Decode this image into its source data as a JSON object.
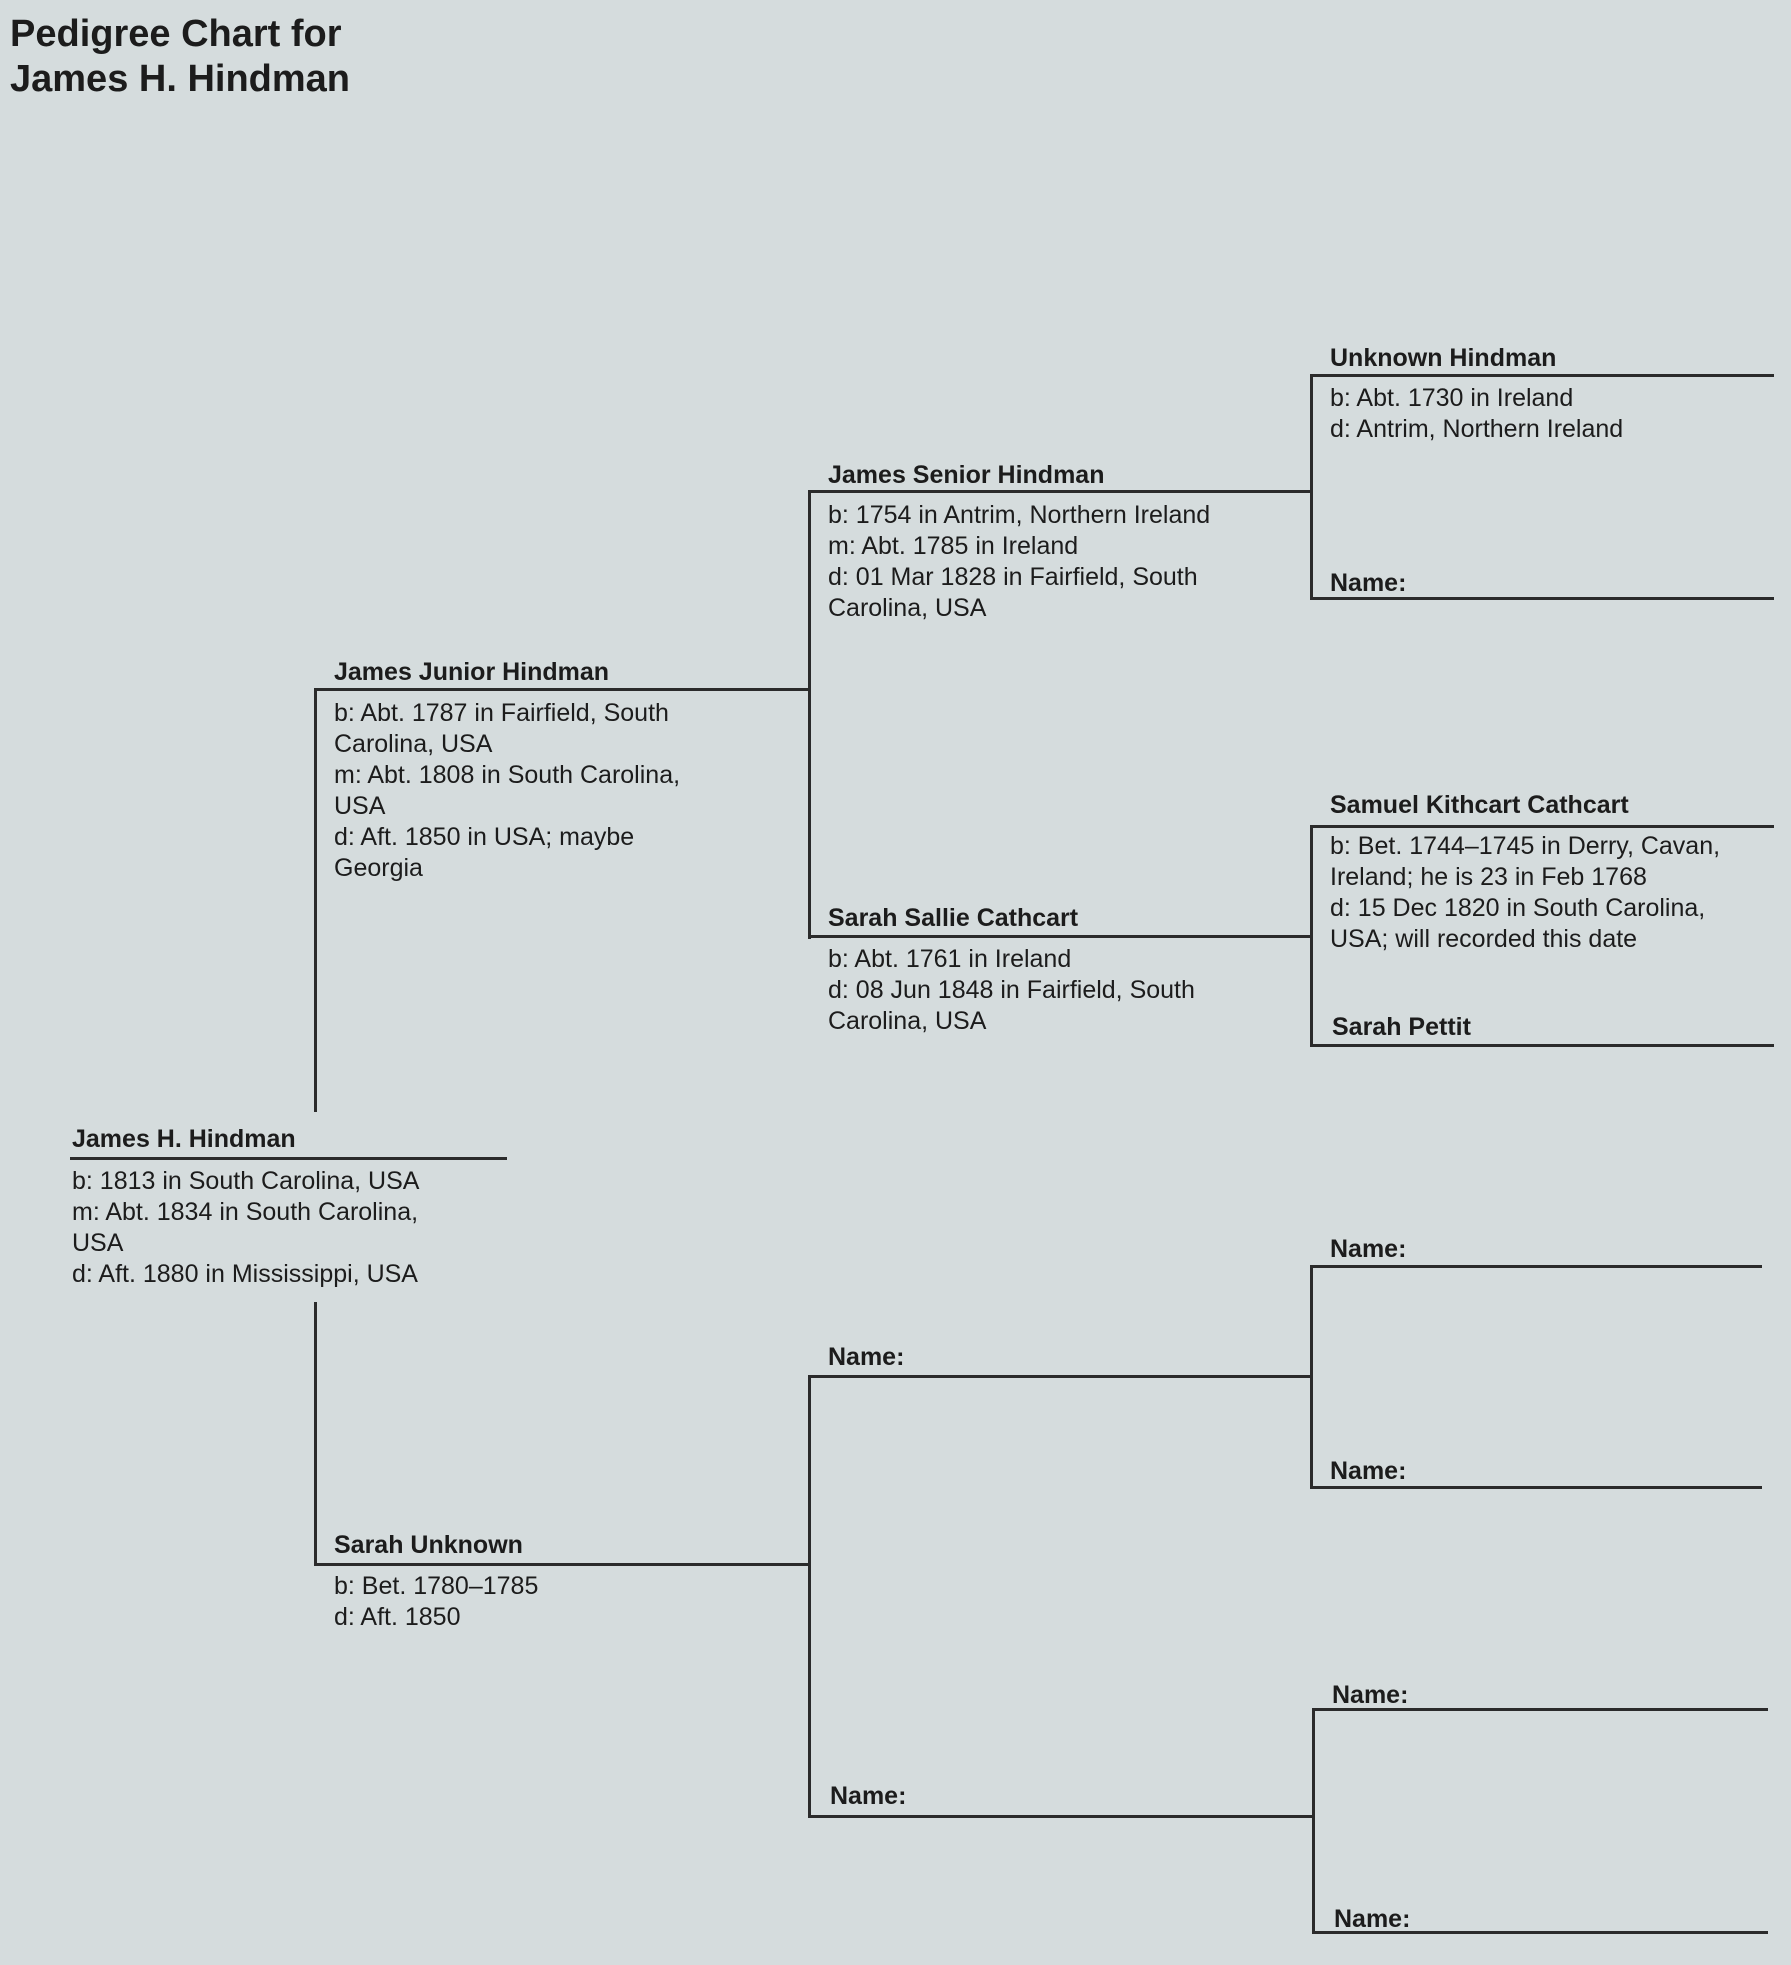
{
  "title": {
    "line1": "Pedigree Chart for",
    "line2": "James H. Hindman"
  },
  "gen1": {
    "name": "James H. Hindman",
    "details": [
      "b: 1813 in South Carolina, USA",
      "m: Abt. 1834 in South Carolina,",
      "USA",
      "d: Aft. 1880 in Mississippi, USA"
    ]
  },
  "gen2_father": {
    "name": "James Junior Hindman",
    "details": [
      "b: Abt. 1787 in Fairfield, South",
      "Carolina, USA",
      "m: Abt. 1808 in South Carolina,",
      "USA",
      "d: Aft. 1850 in USA; maybe",
      "Georgia"
    ]
  },
  "gen2_mother": {
    "name": "Sarah Unknown",
    "details": [
      "b: Bet. 1780–1785",
      "d: Aft. 1850"
    ]
  },
  "gen3_pf": {
    "name": "James Senior Hindman",
    "details": [
      "b: 1754 in Antrim, Northern Ireland",
      "m: Abt. 1785 in Ireland",
      "d: 01 Mar 1828 in Fairfield, South",
      "Carolina, USA"
    ]
  },
  "gen3_pm": {
    "name": "Sarah Sallie Cathcart",
    "details": [
      "b: Abt. 1761 in Ireland",
      "d: 08 Jun 1848 in Fairfield, South",
      "Carolina, USA"
    ]
  },
  "gen3_mf": {
    "name": "Name:"
  },
  "gen3_mm": {
    "name": "Name:"
  },
  "gen4_1": {
    "name": "Unknown Hindman",
    "details": [
      "b: Abt. 1730 in Ireland",
      "d: Antrim, Northern Ireland"
    ]
  },
  "gen4_2": {
    "name": "Name:"
  },
  "gen4_3": {
    "name": "Samuel Kithcart Cathcart",
    "details": [
      "b: Bet. 1744–1745 in Derry, Cavan,",
      "Ireland; he is 23 in Feb 1768",
      "d: 15 Dec 1820 in South Carolina,",
      "USA; will recorded this date"
    ]
  },
  "gen4_4": {
    "name": "Sarah Pettit"
  },
  "gen4_5": {
    "name": "Name:"
  },
  "gen4_6": {
    "name": "Name:"
  },
  "gen4_7": {
    "name": "Name:"
  },
  "gen4_8": {
    "name": "Name:"
  }
}
